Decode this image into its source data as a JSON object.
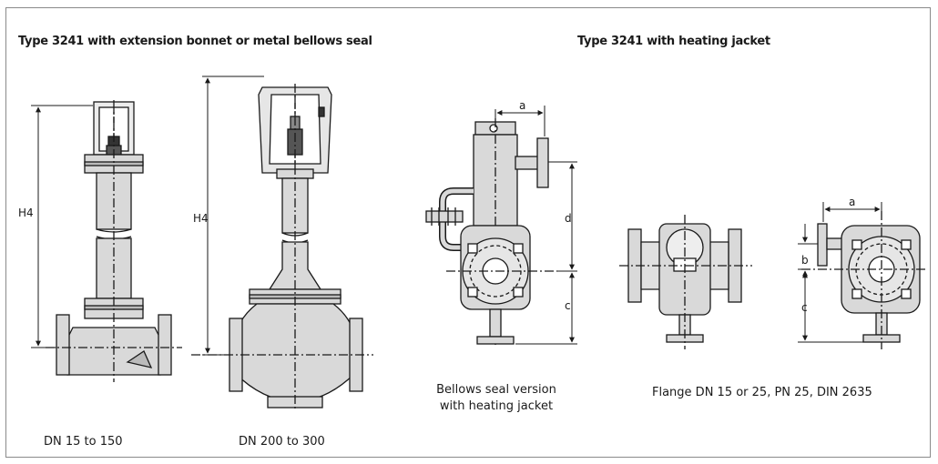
{
  "headings": {
    "left": "Type 3241 with extension bonnet or metal bellows seal",
    "right": "Type 3241 with heating jacket"
  },
  "captions": {
    "dn15": "DN 15 to 150",
    "dn200": "DN 200 to 300",
    "bellows_line1": "Bellows seal version",
    "bellows_line2": "with heating jacket",
    "flange": "Flange DN 15 or 25, PN 25, DIN 2635"
  },
  "dimensions": {
    "h4_small": "H4",
    "h4_large": "H4",
    "a_bellows": "a",
    "d_bellows": "d",
    "c_bellows": "c",
    "a_flange": "a",
    "b_flange": "b",
    "c_flange": "c"
  },
  "colors": {
    "body_fill": "#d9d9d9",
    "line": "#1a1a1a",
    "frame": "#8a8a8a"
  }
}
